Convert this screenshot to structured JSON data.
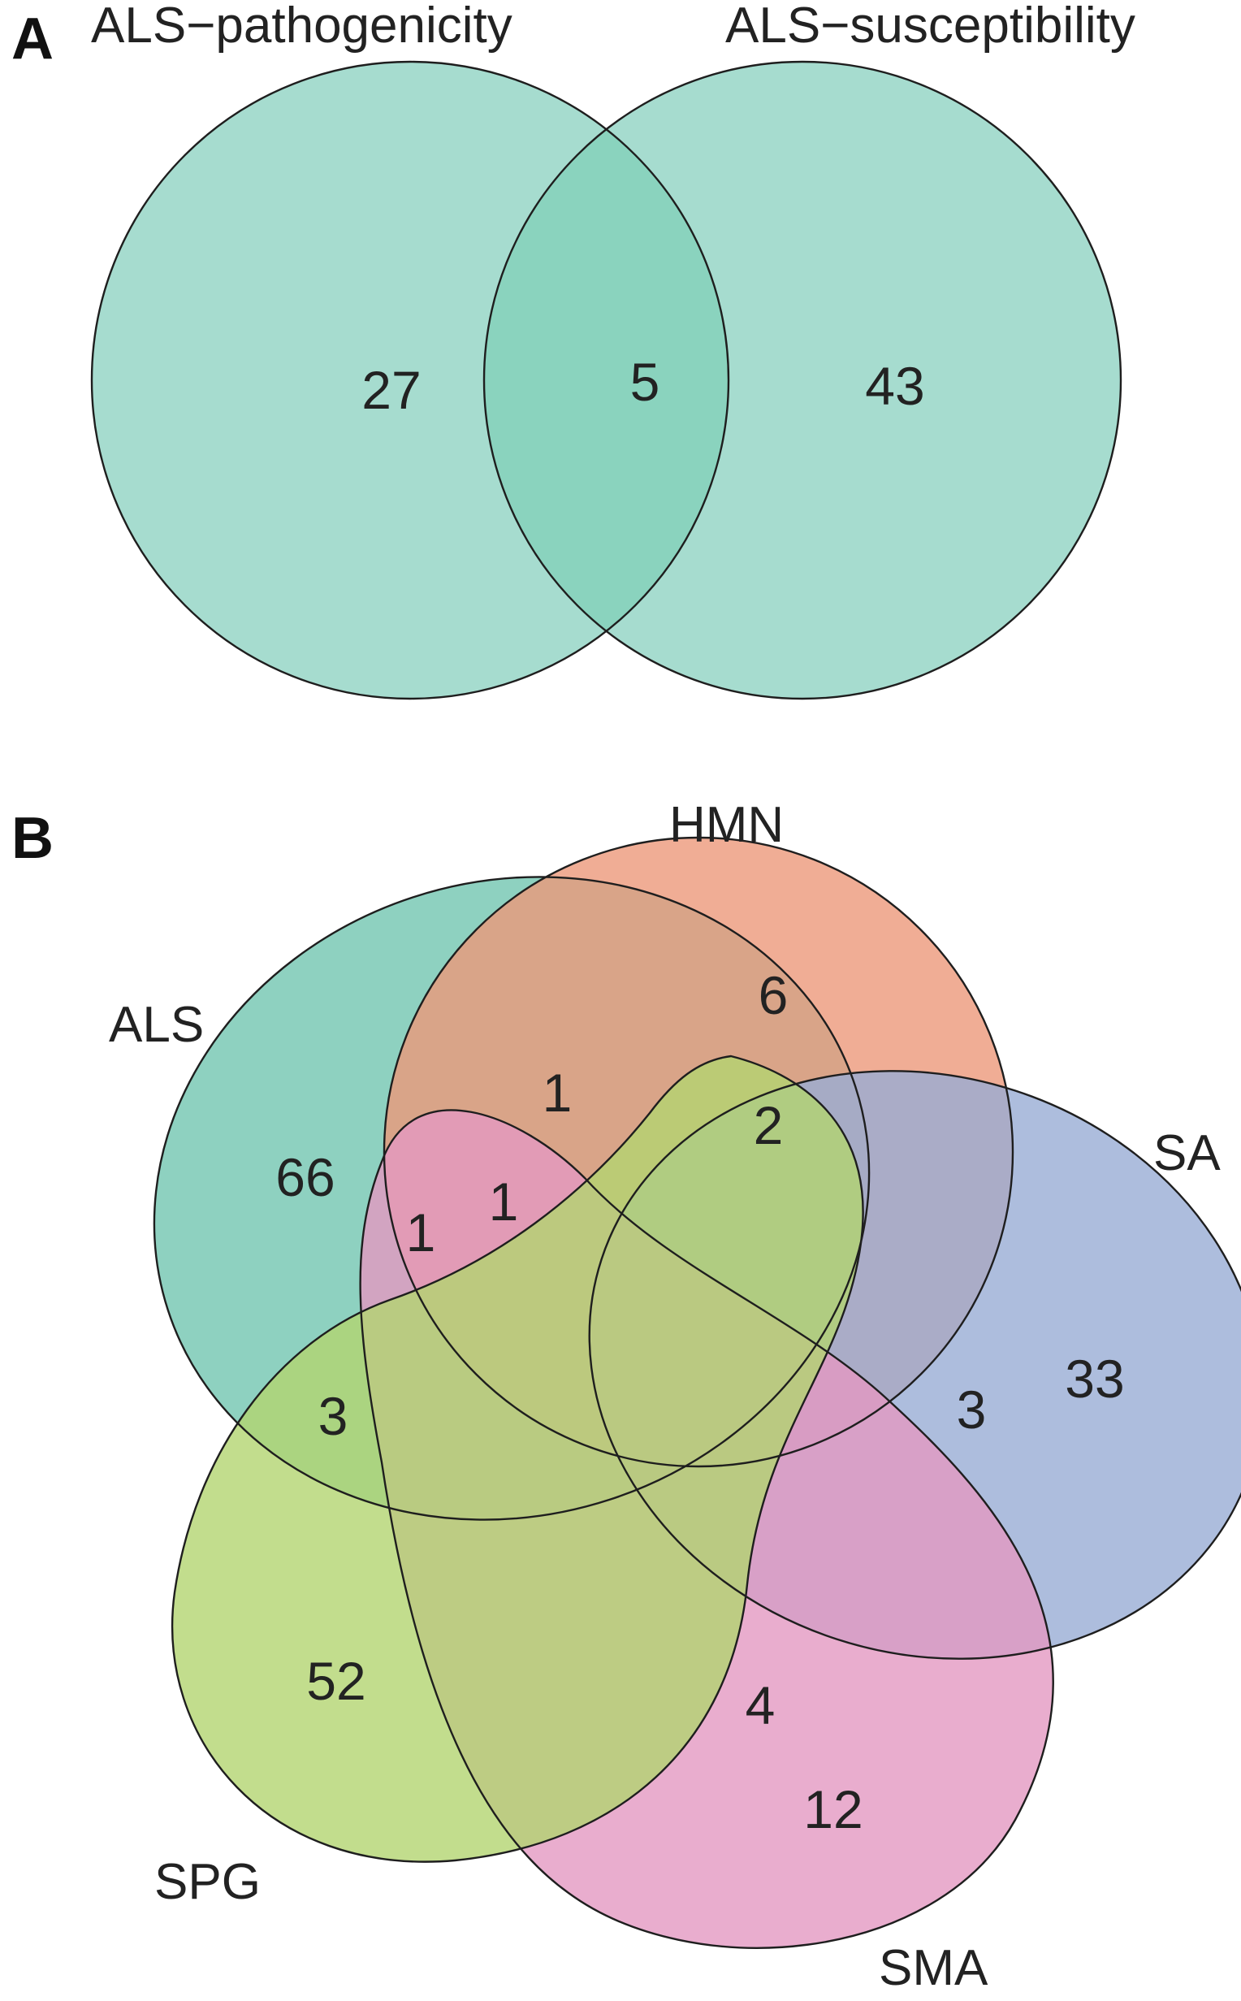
{
  "panel_a": {
    "letter": "A",
    "sets": [
      {
        "name": "ALS−pathogenicity",
        "color": "#a6dccf"
      },
      {
        "name": "ALS−susceptibility",
        "color": "#a6dccf"
      }
    ],
    "intersection_color": "#8ad3be",
    "counts": {
      "only_first": "27",
      "both": "5",
      "only_second": "43"
    }
  },
  "panel_b": {
    "letter": "B",
    "sets": [
      {
        "name": "ALS",
        "color": "#72c6b0"
      },
      {
        "name": "HMN",
        "color": "#ec997b"
      },
      {
        "name": "SA",
        "color": "#99acd4"
      },
      {
        "name": "SMA",
        "color": "#e398c2"
      },
      {
        "name": "SPG",
        "color": "#b3d571"
      }
    ],
    "counts": {
      "ALS": "66",
      "HMN": "6",
      "SA": "33",
      "SMA": "12",
      "SPG": "52",
      "ALS_HMN": "1",
      "ALS_HMN_SMA": "1",
      "ALS_SMA": "1",
      "HMN_SPG": "2",
      "SA_SMA": "3",
      "ALS_SPG": "3",
      "SMA_SPG": "4"
    }
  }
}
